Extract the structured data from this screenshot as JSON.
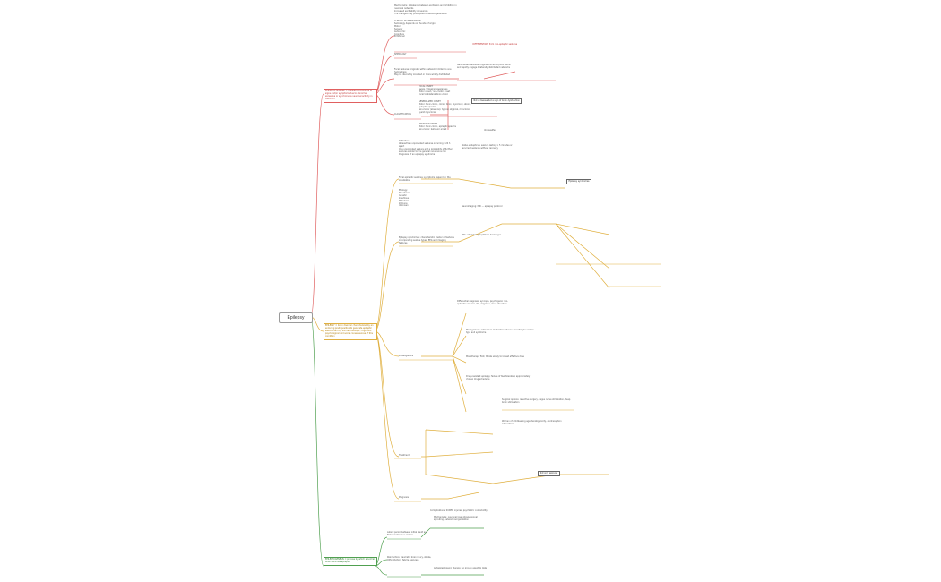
{
  "root": {
    "label": "Epilepsy"
  },
  "branches": {
    "red": {
      "label": "EPILEPTIC SEIZURE = transient occurrence of signs and/or symptoms due to abnormal excessive or synchronous neuronal activity in the brain",
      "nodes": [
        "Mechanisms: imbalance between excitation and inhibition in neuronal networks\nIncreased excitability of neurons\nThe changes may predispose to seizure generation",
        "CLINICAL MANIFESTATION\nSemiology depends on the site of origin\nMotor\nSensory\nAutonomic\nCognitive\nEmotional",
        "SEMIOLOGY",
        "Focal seizures: originate within networks limited to one hemisphere\nMay be discretely localized or more widely distributed",
        "Generalized seizures: originate at some point within and rapidly engage bilaterally distributed networks",
        "FOCAL ONSET\nAware / impaired awareness\nMotor onset / non-motor onset\nFocal to bilateral tonic-clonic",
        "GENERALIZED ONSET\nMotor: tonic-clonic, clonic, tonic, myoclonic, atonic, epileptic spasms\nNon-motor (absence): typical, atypical, myoclonic, eyelid myoclonia",
        "UNKNOWN ONSET\nMotor: tonic-clonic, epileptic spasms\nNon-motor: behavior arrest",
        "CLASSIFICATION",
        "Unclassified"
      ],
      "tags": [
        "Not a disease but a sign of brain dysfunction",
        "DIFFERENTIATE from non-epileptic seizures"
      ]
    },
    "yellow": {
      "label": "EPILEPSY = brain disorder characterized by an enduring predisposition to generate epileptic seizures and by the neurobiologic, cognitive, psychological and social consequences of this condition",
      "nodes": [
        "Definition:\nAt least two unprovoked seizures occurring >24 h apart\nOne unprovoked seizure and a probability of further seizures similar to the general recurrence risk\nDiagnosis of an epilepsy syndrome",
        "Focal epileptic seizures: symptoms depend on the localization",
        "Etiology:\nStructural\nGenetic\nInfectious\nMetabolic\nImmune\nUnknown",
        "Epilepsy syndromes: characteristic cluster of features incorporating seizure types, EEG and imaging features",
        "Status epilepticus: seizure lasting > 5 minutes or recurrent seizures without recovery",
        "Neuroimaging: MRI — epilepsy protocol",
        "EEG: interictal epileptiform discharges",
        "Differential diagnosis: syncope, psychogenic non-epileptic seizures, TIA, migraine, sleep disorders",
        "Investigations",
        "Management: antiseizure medication chosen according to seizure type and syndrome",
        "Monotherapy first; titrate slowly to lowest effective dose",
        "Drug-resistant epilepsy: failure of two tolerated, appropriately chosen drug schedules",
        "Surgical options: resective surgery, vagus nerve stimulation, deep brain stimulation",
        "Women of childbearing age: teratogenicity, contraception interactions",
        "Treatment",
        "Prognosis",
        "Complications: SUDEP, injuries, psychiatric comorbidity"
      ],
      "tags": [
        "Epilepsy syndromes",
        "Not only seizures"
      ]
    },
    "green": {
      "label": "EPILEPTOGENESIS = process by which a normal brain becomes epileptic",
      "nodes": [
        "Latent period between initial insult and first spontaneous seizure",
        "Mechanisms: neuronal loss, gliosis, axonal sprouting, network reorganization",
        "Risk factors: traumatic brain injury, stroke, CNS infection, febrile seizures",
        "Antiepileptogenic therapy: no proven agent to date"
      ],
      "tags": []
    }
  },
  "colors": {
    "red": "#e06060",
    "yellow": "#e0b040",
    "green": "#50a050",
    "grey": "#9a9a9a"
  }
}
